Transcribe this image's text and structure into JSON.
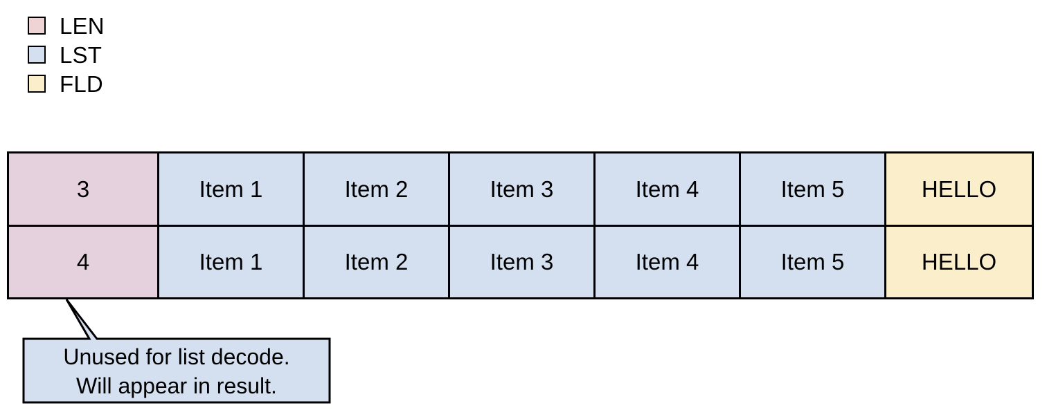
{
  "legend": {
    "items": [
      {
        "label": "LEN",
        "color": "#eed4d4",
        "icon": "legend-swatch-icon"
      },
      {
        "label": "LST",
        "color": "#d4e0f0",
        "icon": "legend-swatch-icon"
      },
      {
        "label": "FLD",
        "color": "#fbeecb",
        "icon": "legend-swatch-icon"
      }
    ]
  },
  "table": {
    "columns": [
      {
        "key": "len",
        "kind": "LEN",
        "color": "#e5d0dd"
      },
      {
        "key": "item1",
        "kind": "LST",
        "color": "#d4e0f0"
      },
      {
        "key": "item2",
        "kind": "LST",
        "color": "#d4e0f0"
      },
      {
        "key": "item3",
        "kind": "LST",
        "color": "#d4e0f0"
      },
      {
        "key": "item4",
        "kind": "LST",
        "color": "#d4e0f0"
      },
      {
        "key": "item5",
        "kind": "LST",
        "color": "#d4e0f0"
      },
      {
        "key": "fld",
        "kind": "FLD",
        "color": "#fbeecb"
      }
    ],
    "rows": [
      {
        "len": "3",
        "item1": "Item 1",
        "item2": "Item 2",
        "item3": "Item 3",
        "item4": "Item 4",
        "item5": "Item 5",
        "fld": "HELLO"
      },
      {
        "len": "4",
        "item1": "Item 1",
        "item2": "Item 2",
        "item3": "Item 3",
        "item4": "Item 4",
        "item5": "Item 5",
        "fld": "HELLO"
      }
    ]
  },
  "callout": {
    "line1": "Unused for list decode.",
    "line2": "Will appear in result.",
    "fill": "#d4e0f0",
    "stroke": "#000000"
  }
}
